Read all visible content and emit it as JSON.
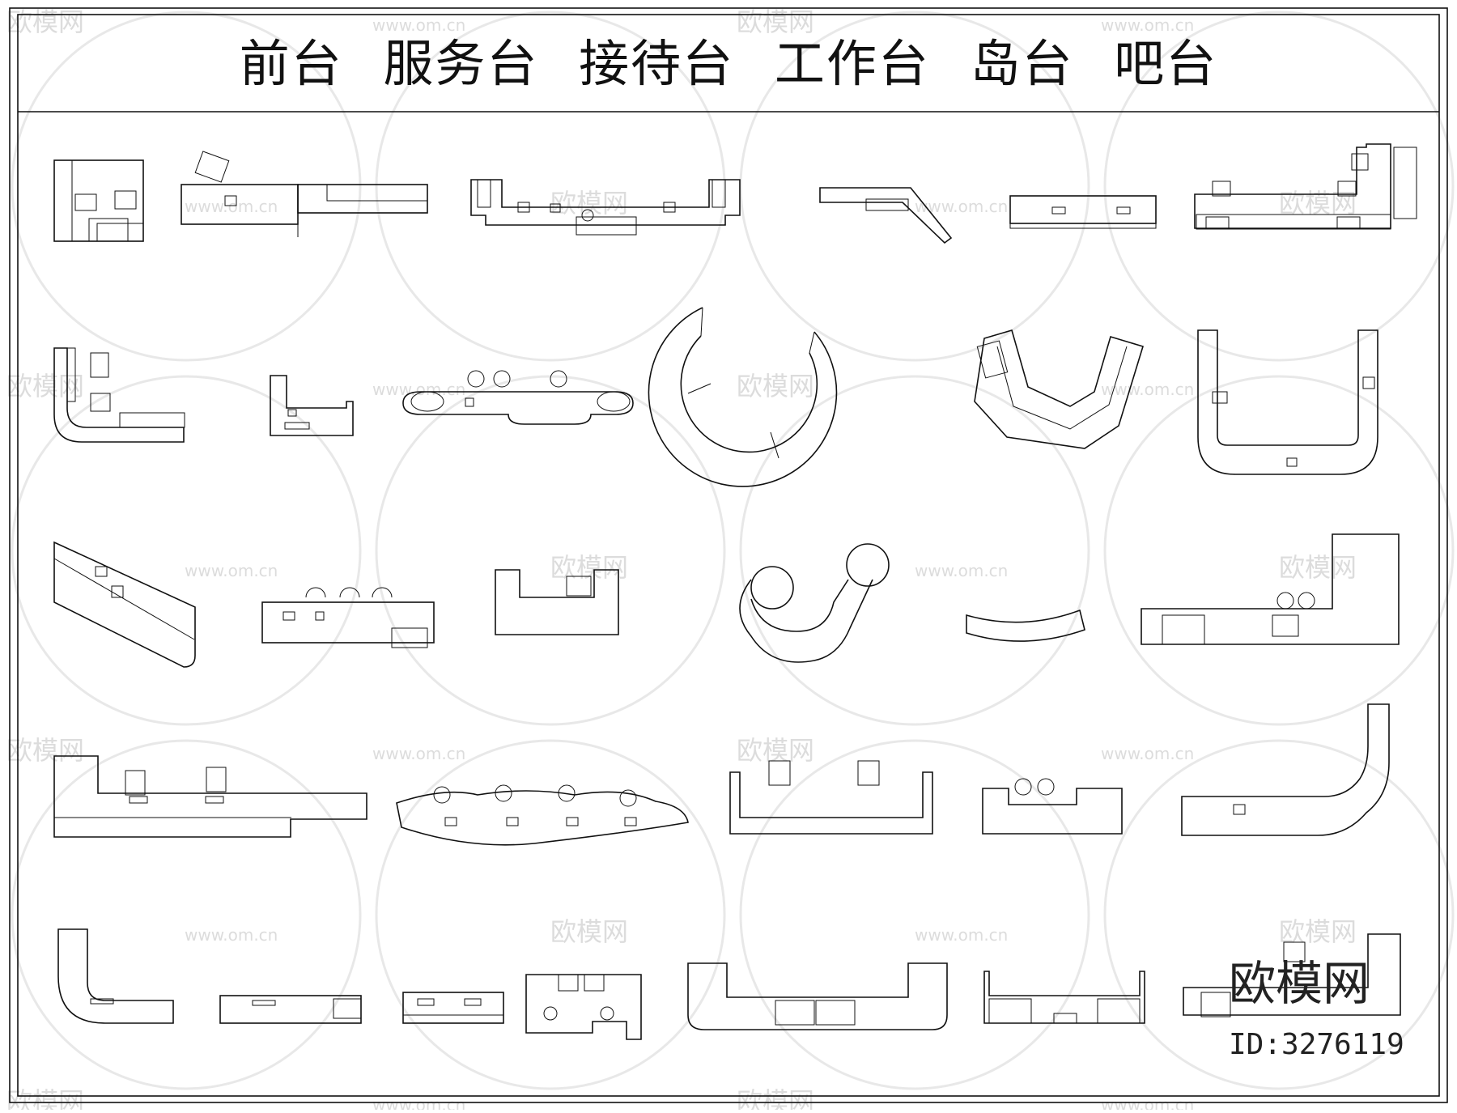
{
  "title": "前台 服务台 接待台 工作台 岛台 吧台",
  "watermark": {
    "site": "www.om.cn",
    "brand": "欧模网"
  },
  "brand_logo": {
    "name": "欧模网",
    "id": "ID:3276119"
  },
  "colors": {
    "line": "#111111",
    "watermark": "#d9d9d9",
    "background": "#ffffff"
  }
}
